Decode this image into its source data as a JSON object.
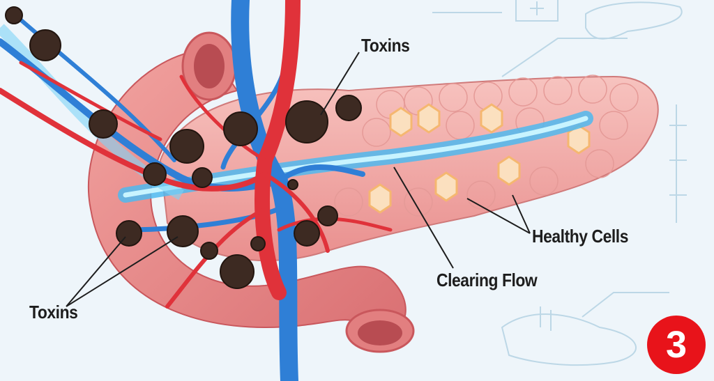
{
  "labels": {
    "toxins_top": "Toxins",
    "toxins_bottom": "Toxins",
    "healthy_cells": "Healthy Cells",
    "clearing_flow": "Clearing Flow"
  },
  "badge": "3",
  "colors": {
    "background": "#eef5fa",
    "tissue": "#f0a6a4",
    "vein": "#2f7fd6",
    "artery": "#e0323a",
    "toxin": "#3d2a22",
    "flow": "#7fe0ff",
    "badge": "#e8131a"
  }
}
